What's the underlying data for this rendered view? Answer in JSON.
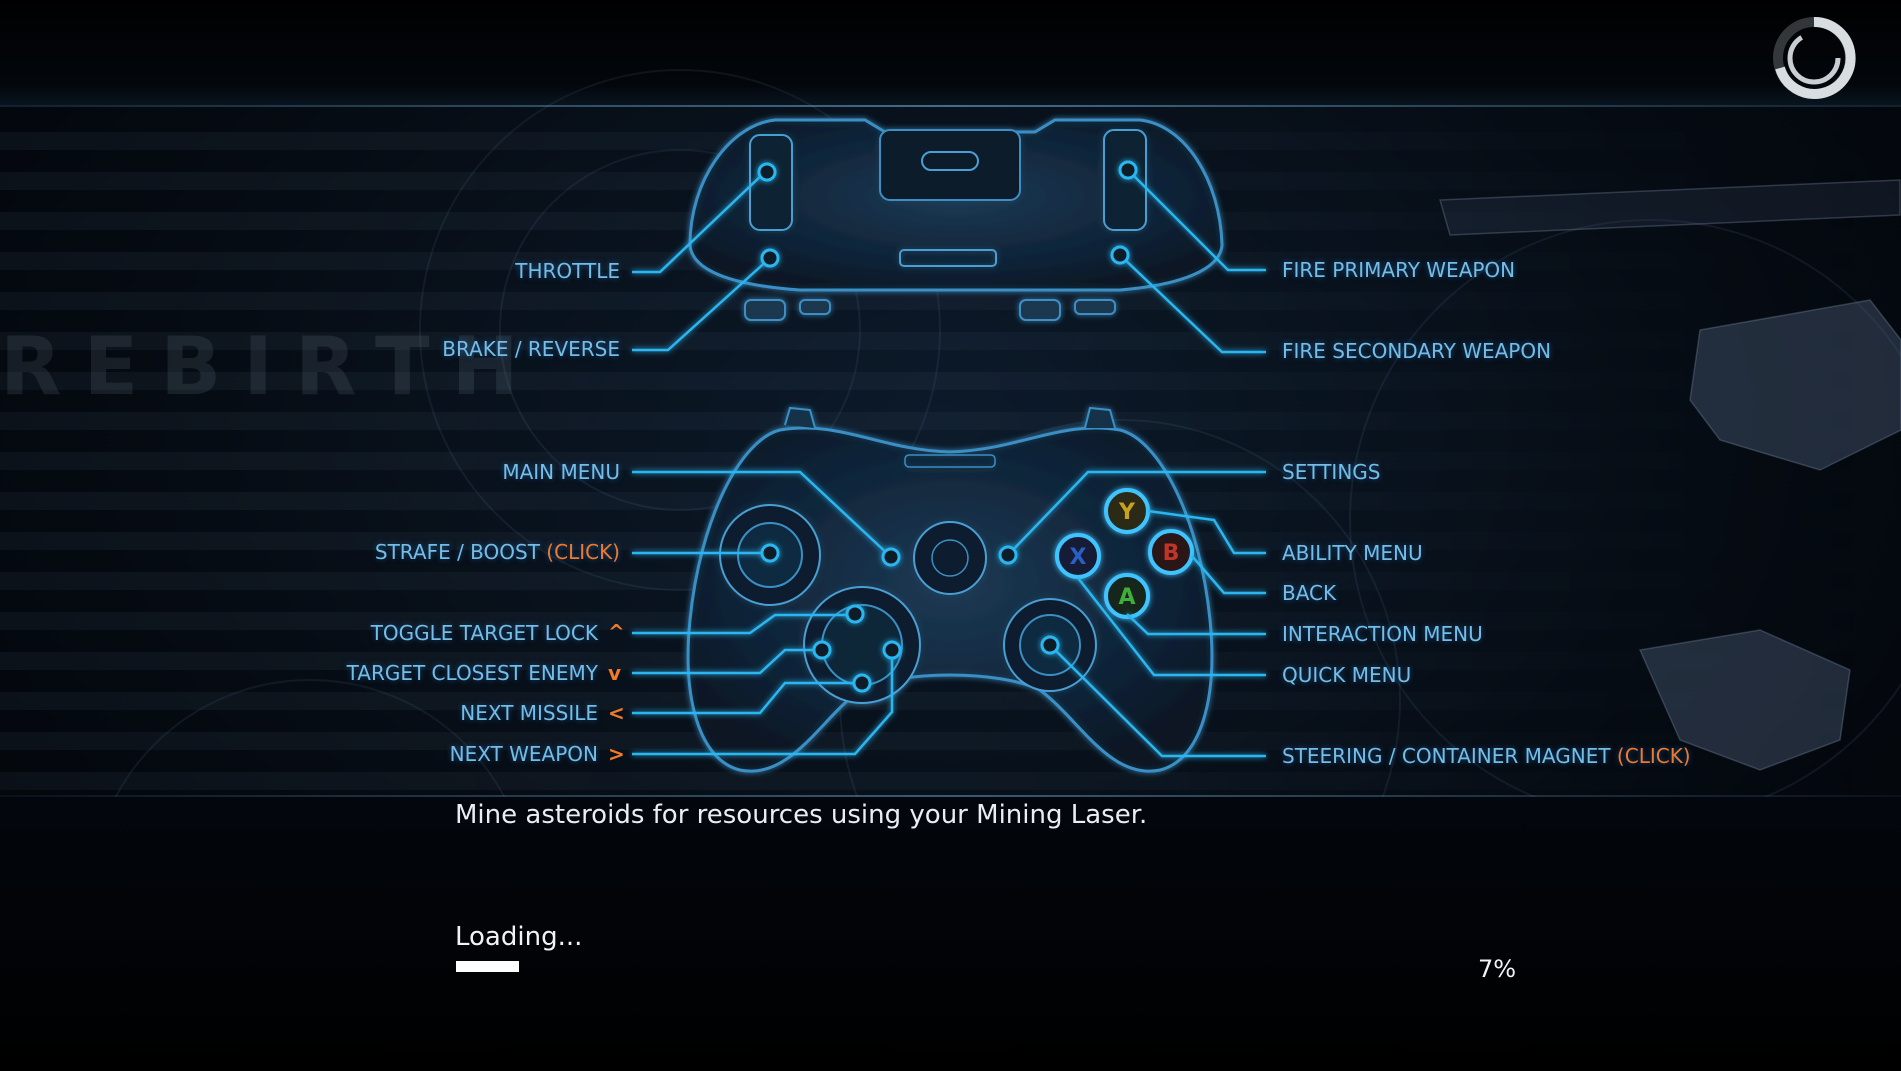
{
  "background_logo": "REBIRTH",
  "top_controller": {
    "left": [
      {
        "label": "THROTTLE"
      },
      {
        "label": "BRAKE / REVERSE"
      }
    ],
    "right": [
      {
        "label": "FIRE PRIMARY WEAPON"
      },
      {
        "label": "FIRE SECONDARY WEAPON"
      }
    ]
  },
  "front_controller": {
    "left": [
      {
        "label": "MAIN MENU"
      },
      {
        "label": "STRAFE / BOOST",
        "click": "(CLICK)"
      },
      {
        "label": "TOGGLE TARGET LOCK",
        "arrow": "^"
      },
      {
        "label": "TARGET CLOSEST ENEMY",
        "arrow": "v"
      },
      {
        "label": "NEXT MISSILE",
        "arrow": "<"
      },
      {
        "label": "NEXT WEAPON",
        "arrow": ">"
      }
    ],
    "right": [
      {
        "label": "SETTINGS"
      },
      {
        "label": "ABILITY MENU"
      },
      {
        "label": "BACK"
      },
      {
        "label": "INTERACTION MENU"
      },
      {
        "label": "QUICK MENU"
      },
      {
        "label": "STEERING / CONTAINER MAGNET",
        "click": "(CLICK)"
      }
    ],
    "face_buttons": {
      "y": "Y",
      "b": "B",
      "x": "X",
      "a": "A"
    }
  },
  "tip": "Mine asteroids for resources using your Mining Laser.",
  "loading": {
    "label": "Loading...",
    "progress": 0.07,
    "percent_text": "7%"
  },
  "colors": {
    "label": "#74bde6",
    "highlight": "#f07a2a",
    "line": "#29b6f0",
    "button_y": "#c8a21a",
    "button_b": "#c0362c",
    "button_x": "#2a5fc8",
    "button_a": "#3fae3a"
  },
  "icons": {
    "spinner": "loading-spinner-icon"
  }
}
